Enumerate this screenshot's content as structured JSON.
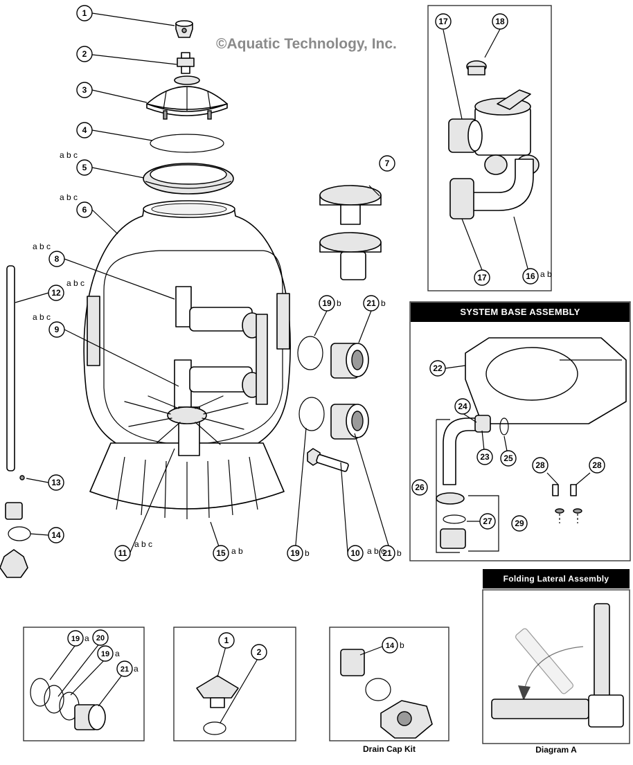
{
  "copyright": "©Aquatic Technology, Inc.",
  "panels": {
    "system_base_title": "SYSTEM BASE ASSEMBLY",
    "folding_lateral_title": "Folding Lateral Assembly",
    "drain_cap_caption": "Drain Cap Kit",
    "diagram_a_caption": "Diagram A"
  },
  "callouts": [
    {
      "id": "c1",
      "num": "1",
      "sub": ""
    },
    {
      "id": "c2",
      "num": "2",
      "sub": ""
    },
    {
      "id": "c3",
      "num": "3",
      "sub": ""
    },
    {
      "id": "c4",
      "num": "4",
      "sub": ""
    },
    {
      "id": "c5",
      "num": "5",
      "sub": "a b c"
    },
    {
      "id": "c6",
      "num": "6",
      "sub": "a b c"
    },
    {
      "id": "c7",
      "num": "7",
      "sub": ""
    },
    {
      "id": "c8",
      "num": "8",
      "sub": "a b c"
    },
    {
      "id": "c9",
      "num": "9",
      "sub": "a b c"
    },
    {
      "id": "c10",
      "num": "10",
      "sub": "a b c"
    },
    {
      "id": "c11",
      "num": "11",
      "sub": "a b c"
    },
    {
      "id": "c12",
      "num": "12",
      "sub": "a b c"
    },
    {
      "id": "c13",
      "num": "13",
      "sub": ""
    },
    {
      "id": "c14",
      "num": "14",
      "sub": ""
    },
    {
      "id": "c15",
      "num": "15",
      "sub": "a b"
    },
    {
      "id": "c16",
      "num": "16",
      "sub": "a b"
    },
    {
      "id": "c17a",
      "num": "17",
      "sub": ""
    },
    {
      "id": "c17b",
      "num": "17",
      "sub": ""
    },
    {
      "id": "c18",
      "num": "18",
      "sub": ""
    },
    {
      "id": "c19a",
      "num": "19",
      "sub": "b"
    },
    {
      "id": "c19b",
      "num": "19",
      "sub": "b"
    },
    {
      "id": "c21a",
      "num": "21",
      "sub": "b"
    },
    {
      "id": "c21b",
      "num": "21",
      "sub": "b"
    },
    {
      "id": "c22",
      "num": "22",
      "sub": ""
    },
    {
      "id": "c23",
      "num": "23",
      "sub": ""
    },
    {
      "id": "c24",
      "num": "24",
      "sub": ""
    },
    {
      "id": "c25",
      "num": "25",
      "sub": ""
    },
    {
      "id": "c26",
      "num": "26",
      "sub": ""
    },
    {
      "id": "c27",
      "num": "27",
      "sub": ""
    },
    {
      "id": "c28a",
      "num": "28",
      "sub": ""
    },
    {
      "id": "c28b",
      "num": "28",
      "sub": ""
    },
    {
      "id": "c29",
      "num": "29",
      "sub": ""
    },
    {
      "id": "k19a",
      "num": "19",
      "sub": "a"
    },
    {
      "id": "k20",
      "num": "20",
      "sub": ""
    },
    {
      "id": "k19b",
      "num": "19",
      "sub": "a"
    },
    {
      "id": "k21",
      "num": "21",
      "sub": "a"
    },
    {
      "id": "k1",
      "num": "1",
      "sub": ""
    },
    {
      "id": "k2",
      "num": "2",
      "sub": ""
    },
    {
      "id": "k14",
      "num": "14",
      "sub": "b"
    }
  ]
}
